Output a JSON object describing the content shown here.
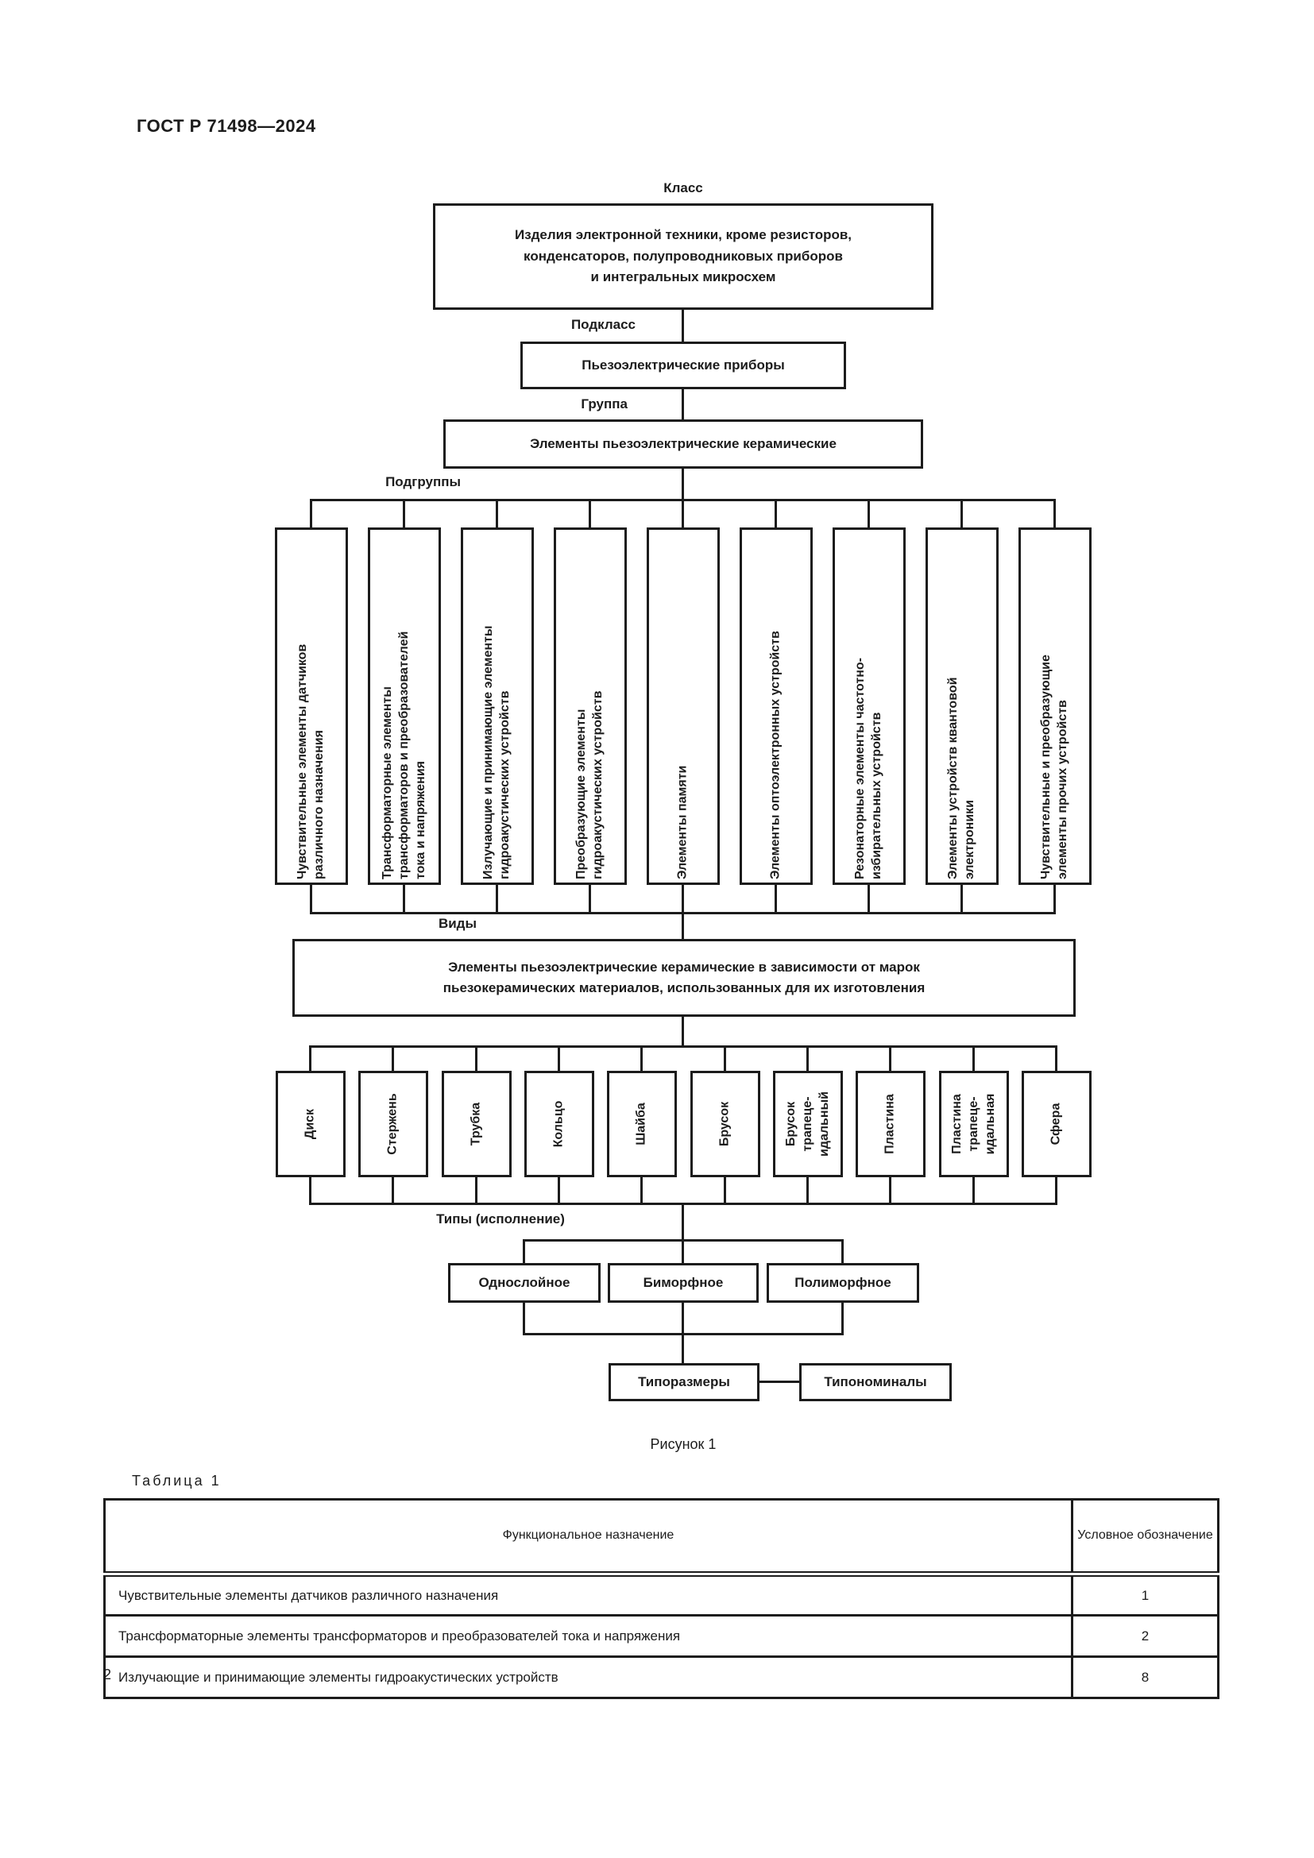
{
  "page": {
    "standard": "ГОСТ Р 71498—2024",
    "figure_caption": "Рисунок 1",
    "table_caption": "Таблица 1",
    "page_number": "2"
  },
  "diagram": {
    "class_label": "Класс",
    "class_box": "Изделия электронной техники, кроме резисторов,\nконденсаторов, полупроводниковых приборов\nи интегральных микросхем",
    "subclass_label": "Подкласс",
    "subclass_box": "Пьезоэлектрические приборы",
    "group_label": "Группа",
    "group_box": "Элементы пьезоэлектрические керамические",
    "subgroups_label": "Подгруппы",
    "subgroups": [
      "Чувствительные элементы датчиков\nразличного назначения",
      "Трансформаторные элементы\nтрансформаторов и преобразователей\nтока и напряжения",
      "Излучающие и принимающие элементы\nгидроакустических устройств",
      "Преобразующие элементы\nгидроакустических устройств",
      "Элементы памяти",
      "Элементы оптоэлектронных устройств",
      "Резонаторные элементы частотно-\nизбирательных устройств",
      "Элементы устройств квантовой\nэлектроники",
      "Чувствительные и преобразующие\nэлементы прочих устройств"
    ],
    "vidy_label": "Виды",
    "vidy_box": "Элементы пьезоэлектрические керамические в зависимости от марок\nпьезокерамических материалов, использованных для их изготовления",
    "types_label": "Типы (исполнение)",
    "types": [
      "Диск",
      "Стержень",
      "Трубка",
      "Кольцо",
      "Шайба",
      "Брусок",
      "Брусок\nтрапеце-\nидальный",
      "Пластина",
      "Пластина\nтрапеце-\nидальная",
      "Сфера"
    ],
    "executions": [
      "Однослойное",
      "Биморфное",
      "Полиморфное"
    ],
    "tiporazmery": "Типоразмеры",
    "tiponominaly": "Типономиналы"
  },
  "table": {
    "col1_header": "Функциональное назначение",
    "col2_header": "Условное обозначение",
    "rows": [
      {
        "name": "Чувствительные элементы датчиков различного назначения",
        "code": "1"
      },
      {
        "name": "Трансформаторные элементы трансформаторов и преобразователей тока и напряжения",
        "code": "2"
      },
      {
        "name": "Излучающие и принимающие элементы гидроакустических устройств",
        "code": "8"
      }
    ]
  },
  "colors": {
    "ink": "#1c1c1c",
    "paper": "#ffffff"
  }
}
